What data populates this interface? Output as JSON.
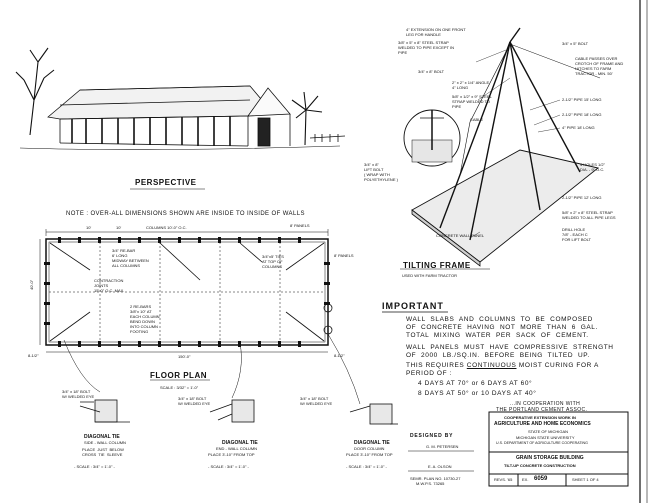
{
  "perspective": {
    "title": "PERSPECTIVE"
  },
  "note": "NOTE :  OVER-ALL  DIMENSIONS  SHOWN  ARE  INSIDE  TO  INSIDE  OF  WALLS",
  "floor_plan": {
    "title": "FLOOR  PLAN",
    "scale": "SCALE : 3/32\" = 1'-0\"",
    "dims": {
      "top_10a": "10'",
      "top_10b": "10'",
      "columns": "COLUMNS  10'-0\" O.C.",
      "panels_top": "8'  PANELS",
      "panels_right": "8'  PANELS",
      "left_40": "40'-0\"",
      "bottom_150": "150'-0\"",
      "left_812": "8-1/2\"",
      "right_812": "8-1/2\""
    },
    "callouts": {
      "bars": "3/4\" RE-BAR\n6' LONG\nMIDWAY BETWEEN\nALL COLUMNS",
      "ties": "3/4\"x5' TIES\nAT TOP OF\nCOLUMNS",
      "joints": "CONTRACTION\nJOINTS\n15'-0\" O.C. MAX.",
      "rebars": "2 RE-BARS\n3/8\"x 10\" AT\nEACH COLUMN\nBEND DOWN\nINTO COLUMN\nFOOTING"
    }
  },
  "ties": [
    {
      "bolt": "3/4\" x 18\" BOLT",
      "welded": "W/ WELDED EYE",
      "title": "DIAGONAL  TIE",
      "sub": "SIDE - WALL  COLUMN",
      "desc": "PLACE  JUST  BELOW\nCROSS  TIE  SLEEVE",
      "scale": "- SCALE : 3/4\" = 1'-0\" -"
    },
    {
      "bolt": "3/4\" x 18\" BOLT",
      "welded": "W/ WELDED EYE",
      "title": "DIAGONAL  TIE",
      "sub": "END - WALL  COLUMN",
      "desc": "PLACE  3'-10\"  FROM  TOP",
      "scale": "- SCALE : 3/4\" = 1'-0\" -"
    },
    {
      "bolt": "3/4\" x 18\" BOLT",
      "welded": "W/ WELDED EYE",
      "title": "DIAGONAL  TIE",
      "sub": "DOOR  COLUMN",
      "desc": "PLACE  3'-10\"  FROM  TOP",
      "scale": "- SCALE : 3/4\" = 1'-0\" -"
    }
  ],
  "designed": {
    "label": "DESIGNED  BY",
    "name1": "G. M. PETERSEN",
    "name2": "E. A. OLSON",
    "ref1": "SEMR. PLAN NO. 10730-27",
    "ref2": "M.W.P.S. 73265"
  },
  "tilting_frame": {
    "title": "TILTING  FRAME",
    "sub": "USED  WITH  FARM  TRACTOR",
    "labels": {
      "ext": "4\" EXTENSION ON ONE FRONT\nLEG FOR HANDLE",
      "strap": "3/8\" x 5\" x 8\" STEEL STRAP\nWELDED TO PIPE EXCEPT IN\nPIPE",
      "bolt34": "3/4\" x 5\" BOLT",
      "bolt34b": "3/4\" x 8\" BOLT",
      "angle": "2\" x 2\" x 1/4\" ANGLE\n4\" LONG",
      "strap2": "5/8\" x 1/2\" x 9\" STEEL\nSTRAP WELDED TO\nPIPE",
      "cable": "CABLE",
      "cable_passes": "CABLE PASSES OVER\nCROTCH OF FRAME AND\nHITCHES TO FARM\nTRACTOR - MIN. 50'",
      "pipe1": "2-1/2\" PIPE 15' LONG",
      "pipe2": "2-1/2\" PIPE 18' LONG",
      "pipe3": "4\" PIPE 18' LONG",
      "lift": "3/4\" x 8\"\nLIFT BOLT\n( WRAP WITH\nPOLYETHYLENE )",
      "holes": "4 HOLES 1/2\"\nDIA. - 9\" O.C.",
      "pipe4": "2-1/2\" PIPE 12' LONG",
      "strap3": "5/8\" x 2\" x 8\" STEEL STRAP\nWELDED TO ALL PIPE LEGS",
      "drill": "DRILL HOLE\n7/8\" - EACH C\nFOR LIFT BOLT",
      "panel": "CONCRETE  WALL  PANEL"
    }
  },
  "important": {
    "title": "IMPORTANT",
    "p1": "WALL  SLABS  AND  COLUMNS  TO  BE  COMPOSED\nOF  CONCRETE  HAVING  NOT  MORE  THAN  6  GAL.\nTOTAL  MIXING  WATER  PER  SACK  OF  CEMENT.",
    "p2": "WALL  PANELS  MUST  HAVE  COMPRESSIVE  STRENGTH\nOF  2000  LB./SQ.IN.  BEFORE  BEING  TILTED  UP.",
    "p3a": "THIS  REQUIRES",
    "p3b": "CONTINUOUS",
    "p3c": "MOIST  CURING  FOR  A",
    "p3d": "PERIOD  OF :",
    "cure1": "4  DAYS  AT  70°  or  6  DAYS  AT  60°",
    "cure2": "8  DAYS  AT  50°  or  10  DAYS  AT  40°",
    "coop1": "...IN  COOPERATION  WITH",
    "coop2": "THE  PORTLAND  CEMENT  ASSOC."
  },
  "title_block": {
    "line1": "COOPERATIVE EXTENSION WORK IN",
    "line2": "AGRICULTURE AND HOME ECONOMICS",
    "line3": "STATE OF MICHIGAN",
    "line4": "MICHIGAN STATE UNIVERSITY",
    "line5": "U.S. DEPARTMENT OF AGRICULTURE COOPERATING",
    "proj1": "GRAIN STORAGE BUILDING",
    "proj2": "TILT-UP CONCRETE CONSTRUCTION",
    "rev": "REVS. '65",
    "ex_label": "EX.",
    "ex_num": "6059",
    "sheet": "SHEET 1 OF 4"
  }
}
